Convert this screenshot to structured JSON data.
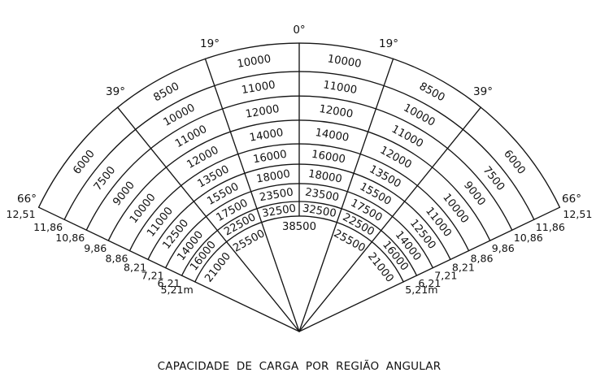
{
  "chart_data": {
    "type": "table",
    "subtype": "polar_fan_load_capacity_chart",
    "title": "CAPACIDADE DE CARGA POR REGIÃO ANGULAR",
    "legend_position": "none",
    "grid": "radial arcs and angular sector lines",
    "symmetry": "values mirrored left and right of the 0° line",
    "angle_ticks": [
      "0°",
      "19°",
      "39°",
      "66°"
    ],
    "radius_ticks_m": [
      "12,51",
      "11,86",
      "10,86",
      "9,86",
      "8,86",
      "8,21",
      "7,21",
      "6,21",
      "5,21m"
    ],
    "sector_names": [
      "0°–19°",
      "19°–39°",
      "39°–66°"
    ],
    "rows": [
      {
        "radius_band": "12,51–11,86",
        "v_0_19": "10000",
        "v_19_39": "8500",
        "v_39_66": "6000"
      },
      {
        "radius_band": "11,86–10,86",
        "v_0_19": "11000",
        "v_19_39": "10000",
        "v_39_66": "7500"
      },
      {
        "radius_band": "10,86–9,86",
        "v_0_19": "12000",
        "v_19_39": "11000",
        "v_39_66": "9000"
      },
      {
        "radius_band": "9,86–8,86",
        "v_0_19": "14000",
        "v_19_39": "12000",
        "v_39_66": "10000"
      },
      {
        "radius_band": "8,86–8,21",
        "v_0_19": "16000",
        "v_19_39": "13500",
        "v_39_66": "11000"
      },
      {
        "radius_band": "8,21–7,21",
        "v_0_19": "18000",
        "v_19_39": "15500",
        "v_39_66": "12500"
      },
      {
        "radius_band": "7,21–6,21",
        "v_0_19": "23500",
        "v_19_39": "17500",
        "v_39_66": "14000"
      },
      {
        "radius_band": "6,21–5,21",
        "v_0_19": "32500",
        "v_19_39": "22500",
        "v_39_66": "16000"
      },
      {
        "radius_band": "inside 5,21m",
        "v_0_19": "38500",
        "v_19_39": "25500",
        "v_39_66": "21000"
      }
    ],
    "annotations": "38500 spans both 0°–19° sectors across the centre line; every other value appears once per mirrored sector"
  }
}
